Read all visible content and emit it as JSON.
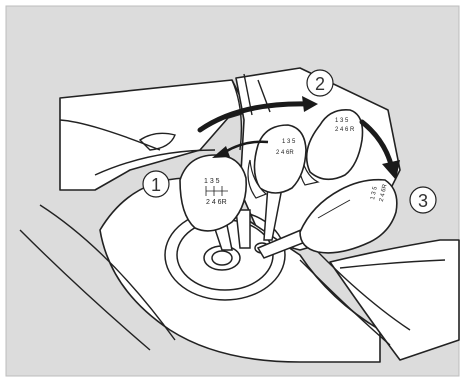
{
  "steps": [
    "1",
    "2",
    "3"
  ],
  "knob_pattern": {
    "top": "1 3 5",
    "bottom": "2 4 6R",
    "top_compact": "1 3 5",
    "bottom_compact": "2 4 6 R"
  },
  "colors": {
    "panel_background": "#dcdcdc",
    "line": "#222222",
    "arrow": "#1a1a1a",
    "surface": "#ffffff"
  },
  "icons": [
    "curved-arrow-icon",
    "down-arrow-icon",
    "gear-pattern-icon"
  ]
}
